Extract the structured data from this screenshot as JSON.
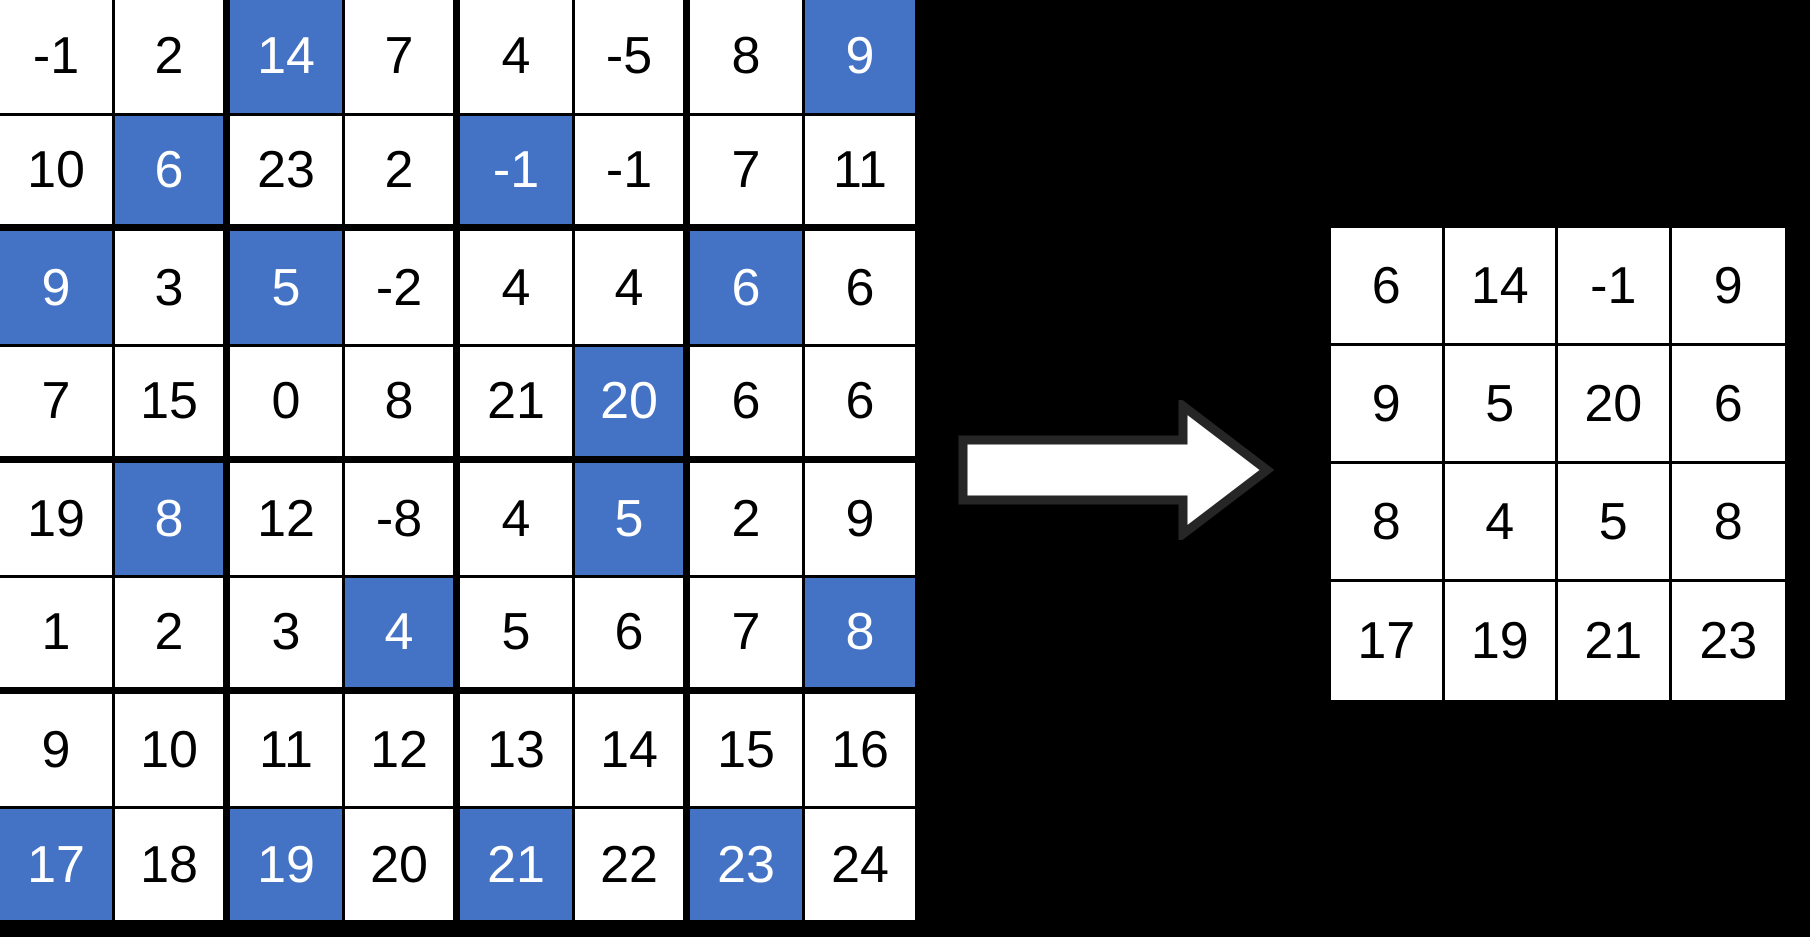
{
  "colors": {
    "background": "#000000",
    "cell_fill": "#ffffff",
    "cell_text": "#000000",
    "highlight_fill": "#4472c4",
    "highlight_text": "#ffffff",
    "border": "#000000",
    "arrow_fill": "#ffffff",
    "arrow_stroke": "#262626"
  },
  "arrow": {
    "icon": "right-arrow-icon",
    "direction": "right"
  },
  "chart_data": {
    "type": "table",
    "title": "",
    "input": {
      "rows": 8,
      "cols": 8,
      "pool_size": 2,
      "values": [
        [
          -1,
          2,
          14,
          7,
          4,
          -5,
          8,
          9
        ],
        [
          10,
          6,
          23,
          2,
          -1,
          -1,
          7,
          11
        ],
        [
          9,
          3,
          5,
          -2,
          4,
          4,
          6,
          6
        ],
        [
          7,
          15,
          0,
          8,
          21,
          20,
          6,
          6
        ],
        [
          19,
          8,
          12,
          -8,
          4,
          5,
          2,
          9
        ],
        [
          1,
          2,
          3,
          4,
          5,
          6,
          7,
          8
        ],
        [
          9,
          10,
          11,
          12,
          13,
          14,
          15,
          16
        ],
        [
          17,
          18,
          19,
          20,
          21,
          22,
          23,
          24
        ]
      ],
      "highlighted": [
        [
          0,
          2
        ],
        [
          0,
          7
        ],
        [
          1,
          1
        ],
        [
          1,
          4
        ],
        [
          2,
          0
        ],
        [
          2,
          2
        ],
        [
          2,
          6
        ],
        [
          3,
          5
        ],
        [
          4,
          1
        ],
        [
          4,
          5
        ],
        [
          5,
          3
        ],
        [
          5,
          7
        ],
        [
          7,
          0
        ],
        [
          7,
          2
        ],
        [
          7,
          4
        ],
        [
          7,
          6
        ]
      ]
    },
    "output": {
      "rows": 4,
      "cols": 4,
      "values": [
        [
          6,
          14,
          -1,
          9
        ],
        [
          9,
          5,
          20,
          6
        ],
        [
          8,
          4,
          5,
          8
        ],
        [
          17,
          19,
          21,
          23
        ]
      ]
    }
  }
}
